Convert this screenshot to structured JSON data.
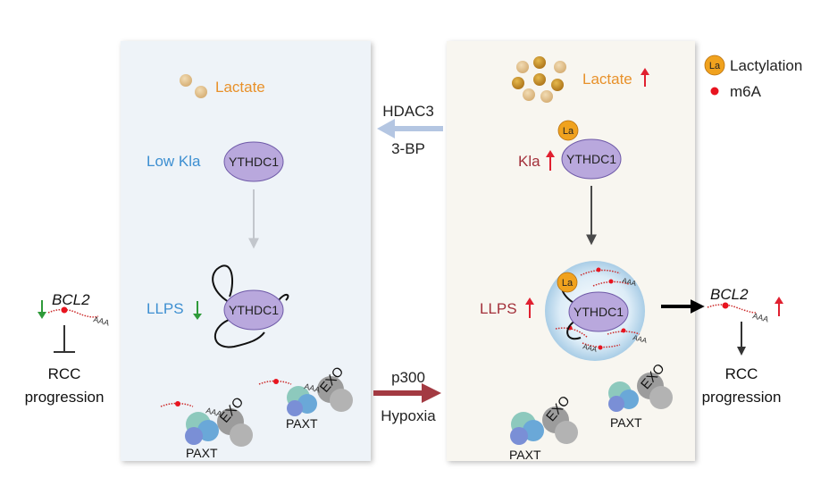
{
  "colors": {
    "left_panel": "#eef3f8",
    "right_panel": "#f8f6f0",
    "orange_text": "#e8912a",
    "blue_text": "#3d8fd1",
    "darkred_text": "#a3303a",
    "up_arrow": "#e02030",
    "down_arrow": "#2f9a3a",
    "protein_fill": "#b9a8dd",
    "la_badge": "#f0a21e",
    "m6a_dot": "#e8141f",
    "rna_line": "#cc2b2b"
  },
  "legend": {
    "badge": "La",
    "lactylation": "Lactylation",
    "m6a": "m6A"
  },
  "left_panel": {
    "lactate": "Lactate",
    "kla": "Low Kla",
    "protein": "YTHDC1",
    "llps": "LLPS",
    "exo": "EXO",
    "paxt": "PAXT",
    "polya": "AAA"
  },
  "right_panel": {
    "lactate": "Lactate",
    "badge": "La",
    "kla": "Kla",
    "protein": "YTHDC1",
    "llps": "LLPS",
    "exo": "EXO",
    "paxt": "PAXT",
    "polya": "AAA"
  },
  "middle": {
    "hdac3": "HDAC3",
    "bp3": "3-BP",
    "p300": "p300",
    "hypoxia": "Hypoxia"
  },
  "left_outcome": {
    "gene": "BCL2",
    "polya": "AAA",
    "rcc": "RCC",
    "progression": "progression"
  },
  "right_outcome": {
    "gene": "BCL2",
    "polya": "AAA",
    "rcc": "RCC",
    "progression": "progression"
  },
  "icons": [
    "lactate-icon",
    "ythdc1-protein-icon",
    "la-badge-icon",
    "m6a-dot-icon",
    "exosome-icon",
    "paxt-complex-icon",
    "condensate-droplet-icon",
    "rna-strand-icon"
  ]
}
